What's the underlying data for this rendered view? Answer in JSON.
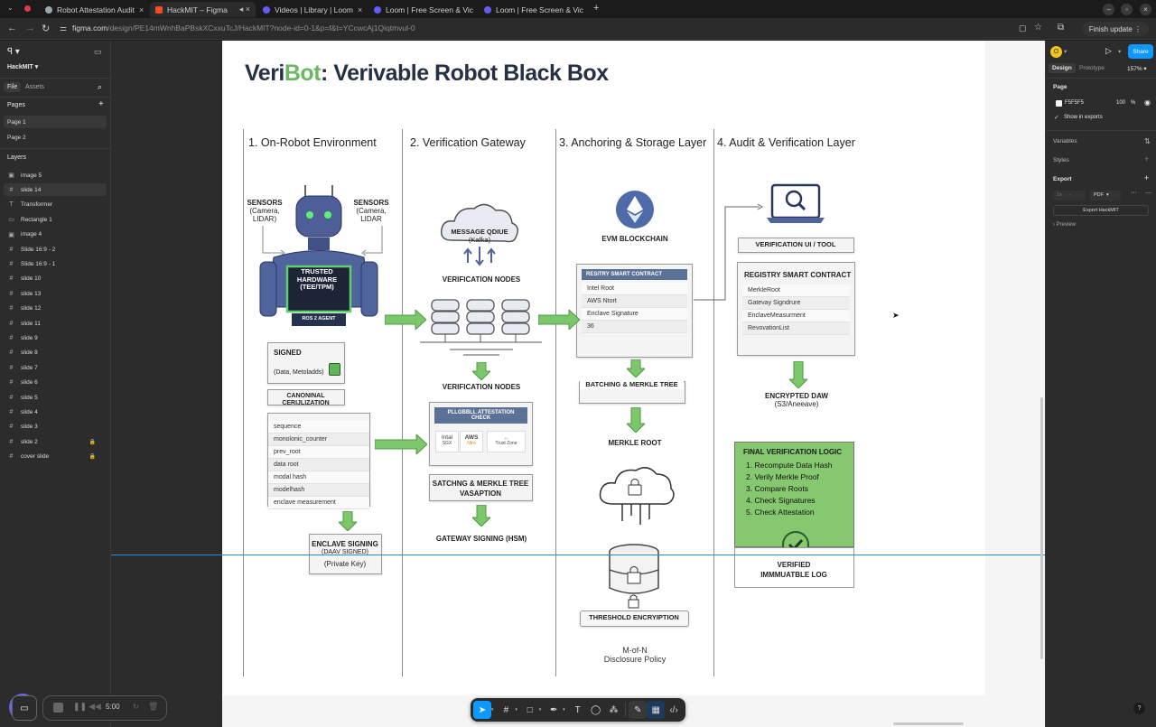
{
  "browser": {
    "tabs": [
      {
        "title": "Robot Attestation Audit",
        "active": false
      },
      {
        "title": "HackMIT – Figma",
        "active": true
      },
      {
        "title": "Videos | Library | Loom",
        "active": false
      },
      {
        "title": "Loom | Free Screen & Vic",
        "active": false
      },
      {
        "title": "Loom | Free Screen & Vic",
        "active": false
      }
    ],
    "url_domain": "figma.com",
    "url_path": "/design/PE14mWnhBaPBskXCxxuTcJ/HackMIT?node-id=0-1&p=f&t=YCcwcAj1Qiqtmvul-0",
    "finish_update": "Finish update"
  },
  "figma": {
    "file_name": "HackMIT",
    "left_tabs": [
      "File",
      "Assets"
    ],
    "pages_label": "Pages",
    "pages": [
      "Page 1",
      "Page 2"
    ],
    "layers_label": "Layers",
    "layers": [
      {
        "name": "image 5",
        "icon": "image-icon",
        "locked": false
      },
      {
        "name": "slide 14",
        "icon": "frame-icon",
        "locked": false,
        "selected": true
      },
      {
        "name": "Transformer",
        "icon": "text-icon",
        "locked": false
      },
      {
        "name": "Rectangle 1",
        "icon": "rectangle-icon",
        "locked": false
      },
      {
        "name": "image 4",
        "icon": "image-icon",
        "locked": false
      },
      {
        "name": "Slide 16:9 - 2",
        "icon": "frame-icon",
        "locked": false
      },
      {
        "name": "Slide 16:9 - 1",
        "icon": "frame-icon",
        "locked": false
      },
      {
        "name": "slide 10",
        "icon": "frame-icon",
        "locked": false
      },
      {
        "name": "slide 13",
        "icon": "frame-icon",
        "locked": false
      },
      {
        "name": "slide 12",
        "icon": "frame-icon",
        "locked": false
      },
      {
        "name": "slide 11",
        "icon": "frame-icon",
        "locked": false
      },
      {
        "name": "slide 9",
        "icon": "frame-icon",
        "locked": false
      },
      {
        "name": "slide 8",
        "icon": "frame-icon",
        "locked": false
      },
      {
        "name": "slide 7",
        "icon": "frame-icon",
        "locked": false
      },
      {
        "name": "slide 6",
        "icon": "frame-icon",
        "locked": false
      },
      {
        "name": "slide 5",
        "icon": "frame-icon",
        "locked": false
      },
      {
        "name": "slide 4",
        "icon": "frame-icon",
        "locked": false
      },
      {
        "name": "slide 3",
        "icon": "frame-icon",
        "locked": false
      },
      {
        "name": "slide 2",
        "icon": "frame-icon",
        "locked": true
      },
      {
        "name": "cover slide",
        "icon": "frame-icon",
        "locked": true
      }
    ],
    "right": {
      "avatar_initial": "O",
      "share": "Share",
      "tabs": [
        "Design",
        "Prototype"
      ],
      "zoom": "157%",
      "page_label": "Page",
      "page_color": "F5F5F5",
      "page_opacity": "100",
      "percent": "%",
      "show_in_exports": "Show in exports",
      "variables": "Variables",
      "styles": "Styles",
      "export": "Export",
      "export_scale": "1x",
      "export_format": "PDF",
      "export_button": "Export HackMIT",
      "preview": "Preview"
    },
    "loom_timer": "5:00",
    "help": "?"
  },
  "slide": {
    "title_a": "Veri",
    "title_b": "Bot",
    "title_c": ": Verivable Robot Black Box",
    "columns": [
      "1. On-Robot Environment",
      "2. Verification Gateway",
      "3. Anchoring & Storage Layer",
      "4. Audit & Verification Layer"
    ],
    "col1": {
      "sensors_left": [
        "SENSORS",
        "(Camera,",
        "LIDAR)"
      ],
      "sensors_right": [
        "SENSORS",
        "(Camera,",
        "LIDAR"
      ],
      "trusted": [
        "TRUSTED",
        "HARDWARE",
        "(TEE/TPM)"
      ],
      "agent": "ROS 2 AGENT",
      "signed_title": "SIGNED",
      "signed_sub": "(Data, Metoladds)",
      "canon": "CANONINAL CERIJLIZATION",
      "fields": [
        "sequence",
        "monolonic_counter",
        "prev_root",
        "data root",
        "modal hash",
        "modelhash",
        "enclave measurement"
      ],
      "enclave": [
        "ENCLAVE SIGNING",
        "(DAAV SIGNED)",
        "(Private Key)"
      ]
    },
    "col2": {
      "queue": [
        "MESSAGE QDIUE",
        "(Kafka)"
      ],
      "nodes1": "VERIFICATION NODES",
      "nodes2": "VERIFICATION NODES",
      "attest_title": "PLLGBBLL ATTESTATION CHECK",
      "attest_items": [
        [
          "Intal",
          "SGX"
        ],
        [
          "AWS",
          "Ntro"
        ],
        [
          "Trust Zone"
        ]
      ],
      "batching": [
        "SATCHNG & MERKLE TREE",
        "VASAPTION"
      ],
      "gateway": "GATEWAY SIGNING (HSM)"
    },
    "col3": {
      "chain": "EVM BLOCKCHAIN",
      "registry_title": "RESITRY SMART CONTRACT",
      "registry_rows": [
        "Intel Root",
        "AWS Ntort",
        "Enclave Signature",
        "36"
      ],
      "batching": "BATCHING & MERKLE TREE",
      "merkle": "MERKLE ROOT",
      "threshold": "THRESHOLD ENCRYIPTION",
      "policy": [
        "M-of-N",
        "Disclosure Policy"
      ]
    },
    "col4": {
      "tool": "VERIFICATION UI / TOOL",
      "registry_title": "REGISTRY SMART CONTRACT",
      "registry_rows": [
        "MerkleRoot",
        "Gatevay Signdrure",
        "EnclaveMeasurment",
        "RevovationList"
      ],
      "encrypted": [
        "ENCRYPTED DAW",
        "(S3/Aneeave)"
      ],
      "final_title": "FINAL VERIFICATION LOGIC",
      "final_steps": [
        "1. Recompute Data Hash",
        "2. Verily Merkle Proof",
        "3. Compare Roots",
        "4. Check Signatures",
        "5. Check Attestation"
      ],
      "verified": [
        "VERIFIED",
        "IMMMUATBLE LOG"
      ]
    }
  }
}
